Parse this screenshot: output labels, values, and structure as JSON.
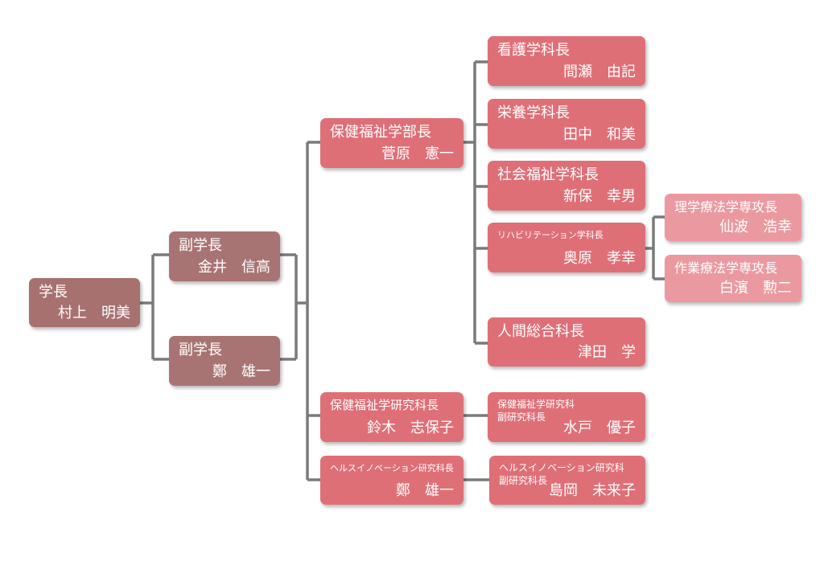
{
  "colors": {
    "level1": "#a77170",
    "level2": "#a87473",
    "level3": "#df6f77",
    "level4": "#eb99a0",
    "line": "#7a7a7a"
  },
  "org": {
    "president": {
      "title": "学長",
      "name": "村上　明美"
    },
    "vp1": {
      "title": "副学長",
      "name": "金井　信高"
    },
    "vp2": {
      "title": "副学長",
      "name": "鄭　雄一"
    },
    "dean_health": {
      "title": "保健福祉学部長",
      "name": "菅原　憲一"
    },
    "nursing": {
      "title": "看護学科長",
      "name": "間瀬　由記"
    },
    "nutrition": {
      "title": "栄養学科長",
      "name": "田中　和美"
    },
    "social": {
      "title": "社会福祉学科長",
      "name": "新保　幸男"
    },
    "rehab": {
      "title": "リハビリテーション学科長",
      "name": "奥原　孝幸"
    },
    "pt": {
      "title": "理学療法学専攻長",
      "name": "仙波　浩幸"
    },
    "ot": {
      "title": "作業療法学専攻長",
      "name": "白濱　勲二"
    },
    "human": {
      "title": "人間総合科長",
      "name": "津田　学"
    },
    "grad_dean": {
      "title": "保健福祉学研究科長",
      "name": "鈴木　志保子"
    },
    "grad_vice": {
      "title": "保健福祉学研究科",
      "subtitle": "副研究科長",
      "name": "水戸　優子"
    },
    "hi_dean": {
      "title": "ヘルスイノベーション研究科長",
      "name": "鄭　雄一"
    },
    "hi_vice": {
      "title": "ヘルスイノベーション研究科",
      "subtitle": "副研究科長",
      "name": "島岡　未来子"
    }
  }
}
